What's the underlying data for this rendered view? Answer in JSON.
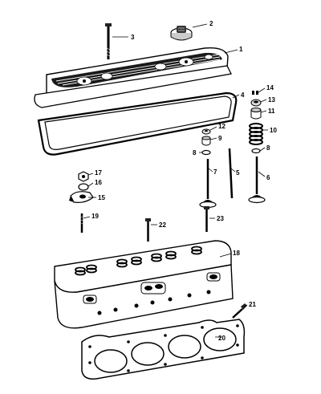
{
  "diagram": {
    "parts": [
      {
        "id": "p1",
        "label": "1"
      },
      {
        "id": "p2",
        "label": "2"
      },
      {
        "id": "p3",
        "label": "3"
      },
      {
        "id": "p4",
        "label": "4"
      },
      {
        "id": "p5",
        "label": "5"
      },
      {
        "id": "p6",
        "label": "6"
      },
      {
        "id": "p7",
        "label": "7"
      },
      {
        "id": "p8a",
        "label": "8"
      },
      {
        "id": "p8b",
        "label": "8"
      },
      {
        "id": "p9",
        "label": "9"
      },
      {
        "id": "p10",
        "label": "10"
      },
      {
        "id": "p11",
        "label": "11"
      },
      {
        "id": "p12",
        "label": "12"
      },
      {
        "id": "p13",
        "label": "13"
      },
      {
        "id": "p14",
        "label": "14"
      },
      {
        "id": "p15",
        "label": "15"
      },
      {
        "id": "p16",
        "label": "16"
      },
      {
        "id": "p17",
        "label": "17"
      },
      {
        "id": "p18",
        "label": "18"
      },
      {
        "id": "p19",
        "label": "19"
      },
      {
        "id": "p20",
        "label": "20"
      },
      {
        "id": "p21",
        "label": "21"
      },
      {
        "id": "p22",
        "label": "22"
      },
      {
        "id": "p23",
        "label": "23"
      }
    ]
  }
}
